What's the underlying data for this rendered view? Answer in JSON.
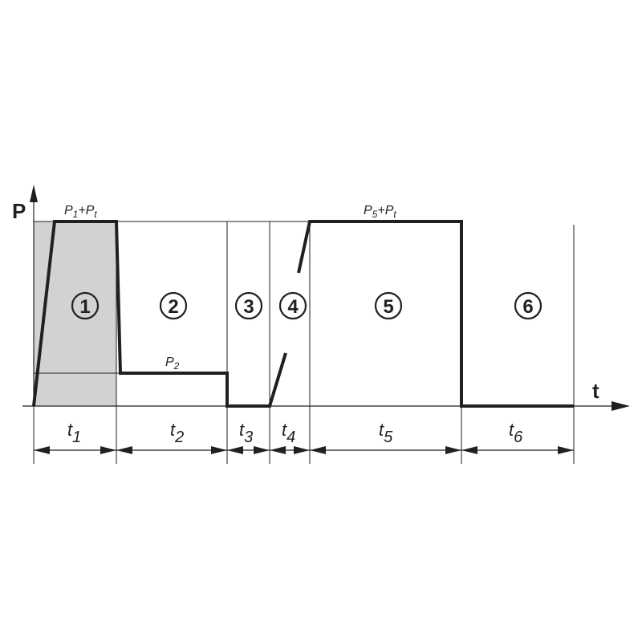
{
  "diagram": {
    "type": "power-time process diagram",
    "axes": {
      "y_label": "P",
      "x_label": "t"
    },
    "levels": {
      "top_phase1": {
        "base": "P",
        "sub": "1",
        "suffix": "+P",
        "suffix_sub": "t"
      },
      "p2": {
        "base": "P",
        "sub": "2"
      },
      "top_phase5": {
        "base": "P",
        "sub": "5",
        "suffix": "+P",
        "suffix_sub": "t"
      }
    },
    "phases": [
      {
        "number": "1",
        "duration": {
          "base": "t",
          "sub": "1"
        },
        "shaded": true
      },
      {
        "number": "2",
        "duration": {
          "base": "t",
          "sub": "2"
        },
        "shaded": false
      },
      {
        "number": "3",
        "duration": {
          "base": "t",
          "sub": "3"
        },
        "shaded": false
      },
      {
        "number": "4",
        "duration": {
          "base": "t",
          "sub": "4"
        },
        "shaded": false
      },
      {
        "number": "5",
        "duration": {
          "base": "t",
          "sub": "5"
        },
        "shaded": false
      },
      {
        "number": "6",
        "duration": {
          "base": "t",
          "sub": "6"
        },
        "shaded": false
      }
    ],
    "colors": {
      "line": "#231f20",
      "shade": "#d1d2d4",
      "background": "#ffffff"
    }
  }
}
